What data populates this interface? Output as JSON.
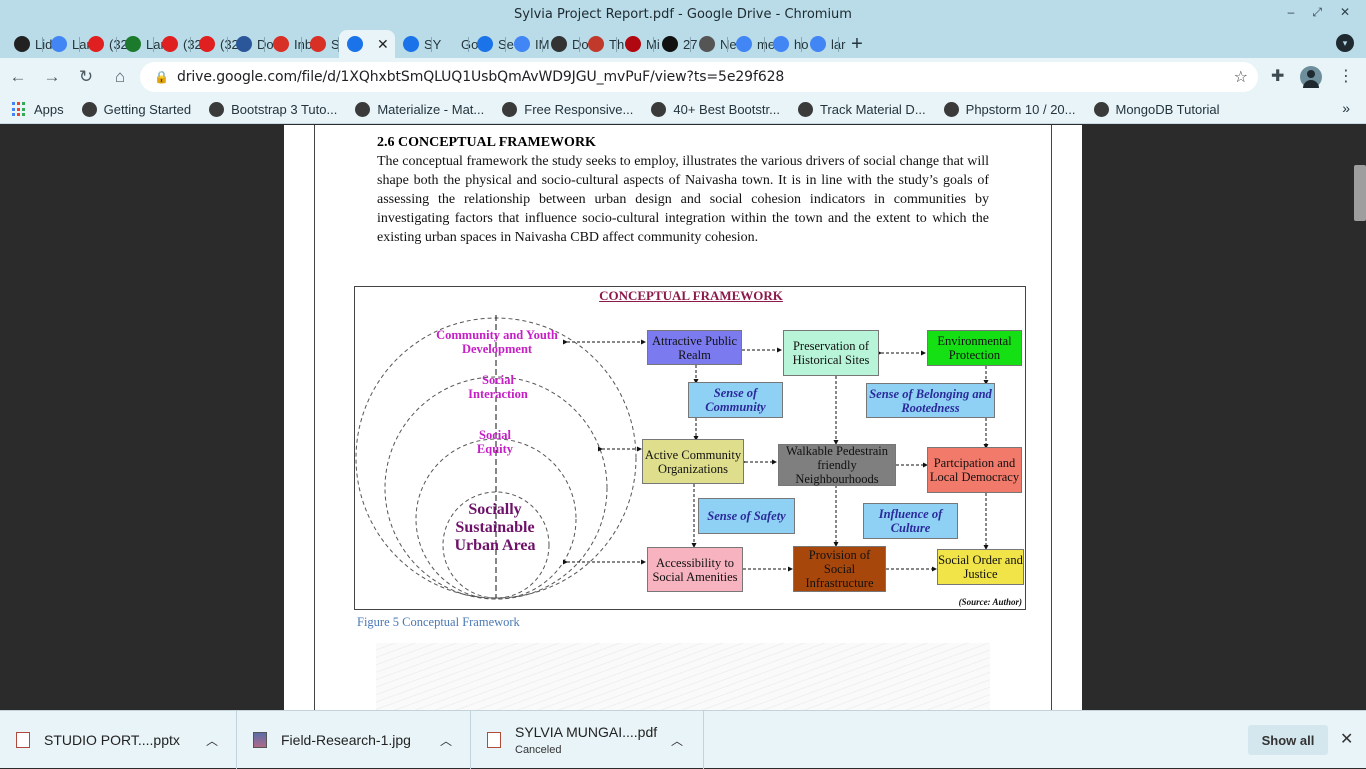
{
  "window": {
    "title": "Sylvia Project Report.pdf - Google Drive - Chromium"
  },
  "tabs": [
    {
      "label": "Lid",
      "icon": "github-icon",
      "color": "#222222"
    },
    {
      "label": "Lar",
      "icon": "google-icon",
      "color": "#4285f4"
    },
    {
      "label": "(32",
      "icon": "youtube-icon",
      "color": "#e02020"
    },
    {
      "label": "Lar",
      "icon": "android-icon",
      "color": "#1b7a2c"
    },
    {
      "label": "(32",
      "icon": "youtube-icon",
      "color": "#e02020"
    },
    {
      "label": "(32",
      "icon": "youtube-icon",
      "color": "#e02020"
    },
    {
      "label": "Do",
      "icon": "word-icon",
      "color": "#2b579a"
    },
    {
      "label": "Inb",
      "icon": "gmail-icon",
      "color": "#d93025"
    },
    {
      "label": "Se",
      "icon": "gmail-icon",
      "color": "#d93025"
    },
    {
      "label": "",
      "icon": "drive-icon",
      "color": "#1a73e8",
      "active": true
    },
    {
      "label": "SY",
      "icon": "drive-icon",
      "color": "#1a73e8"
    },
    {
      "label": "Go",
      "icon": "blank-icon",
      "color": "#b9dce8"
    },
    {
      "label": "Se",
      "icon": "drive-icon",
      "color": "#1a73e8"
    },
    {
      "label": "IM",
      "icon": "google-icon",
      "color": "#4285f4"
    },
    {
      "label": "Do",
      "icon": "download-icon",
      "color": "#333333"
    },
    {
      "label": "Th",
      "icon": "fox-icon",
      "color": "#c0392b"
    },
    {
      "label": "Mi",
      "icon": "netflix-icon",
      "color": "#b00710"
    },
    {
      "label": "27",
      "icon": "s-icon",
      "color": "#111111"
    },
    {
      "label": "Ne",
      "icon": "circle-icon",
      "color": "#555555"
    },
    {
      "label": "me",
      "icon": "google-icon",
      "color": "#4285f4"
    },
    {
      "label": "ho",
      "icon": "google-icon",
      "color": "#4285f4"
    },
    {
      "label": "lar",
      "icon": "google-icon",
      "color": "#4285f4"
    }
  ],
  "toolbar": {
    "url": "drive.google.com/file/d/1XQhxbtSmQLUQ1UsbQmAvWD9JGU_mvPuF/view?ts=5e29f628"
  },
  "bookmarks": [
    {
      "label": "Apps",
      "icon": "apps-grid-icon"
    },
    {
      "label": "Getting Started",
      "icon": "globe-icon"
    },
    {
      "label": "Bootstrap 3 Tuto...",
      "icon": "globe-icon"
    },
    {
      "label": "Materialize - Mat...",
      "icon": "globe-icon"
    },
    {
      "label": "Free Responsive...",
      "icon": "globe-icon"
    },
    {
      "label": "40+ Best Bootstr...",
      "icon": "at-icon"
    },
    {
      "label": "Track Material D...",
      "icon": "globe-icon"
    },
    {
      "label": "Phpstorm 10 / 20...",
      "icon": "google-search-icon"
    },
    {
      "label": "MongoDB Tutorial",
      "icon": "diamond-icon"
    }
  ],
  "document": {
    "heading": "2.6 CONCEPTUAL FRAMEWORK",
    "paragraph": "The conceptual framework the study seeks to employ, illustrates the various drivers of social change that will shape both the physical and socio-cultural aspects of Naivasha town. It is in line with the study’s goals of assessing the relationship between urban design and social cohesion indicators in communities by investigating factors that influence socio-cultural integration within the town and the extent to which the existing urban spaces in Naivasha CBD affect community cohesion.",
    "figure": {
      "title": "CONCEPTUAL FRAMEWORK",
      "circle_labels": [
        "Community and Youth Development",
        "Social Interaction",
        "Social Equity"
      ],
      "core": "Socially Sustainable Urban Area",
      "nodes": {
        "attractive": "Attractive Public Realm",
        "preservation": "Preservation of Historical Sites",
        "environmental": "Environmental Protection",
        "sense_community": "Sense of Community",
        "sense_belonging": "Sense of Belonging and Rootedness",
        "active": "Active Community Organizations",
        "walkable": "Walkable Pedestrain friendly Neighbourhoods",
        "participation": "Partcipation and Local Democracy",
        "sense_safety": "Sense of Safety",
        "influence_culture": "Influence of Culture",
        "accessibility": "Accessibility to Social Amenities",
        "provision": "Provision of Social Infrastructure",
        "social_order": "Social Order and Justice"
      },
      "colors": {
        "attractive": "#7b7bef",
        "preservation": "#b8f5d8",
        "environmental": "#14e014",
        "sense": "#8fd0f5",
        "active": "#dede8c",
        "walkable": "#7f7f7f",
        "participation": "#f27a6a",
        "accessibility": "#f7b4c0",
        "provision": "#a8470c",
        "social_order": "#f0e448"
      },
      "source": "(Source: Author)",
      "caption": "Figure 5 Conceptual Framework"
    }
  },
  "downloads": [
    {
      "name": "STUDIO PORT....pptx",
      "status": ""
    },
    {
      "name": "Field-Research-1.jpg",
      "status": ""
    },
    {
      "name": "SYLVIA MUNGAI....pdf",
      "status": "Canceled"
    }
  ],
  "downloads_bar": {
    "show_all": "Show all"
  }
}
